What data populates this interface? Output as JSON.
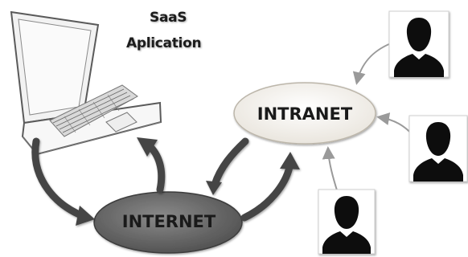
{
  "title": {
    "line1": "SaaS",
    "line2": "Aplication"
  },
  "nodes": {
    "intranet": "INTRANET",
    "internet": "INTERNET"
  },
  "users": [
    {
      "icon": "user-silhouette-icon"
    },
    {
      "icon": "user-silhouette-icon"
    },
    {
      "icon": "user-silhouette-icon"
    }
  ],
  "colors": {
    "internet_fill": "#6e6e6e",
    "intranet_fill": "#f3efe7",
    "arrow": "#444444",
    "thin_arrow": "#9a9a9a"
  }
}
